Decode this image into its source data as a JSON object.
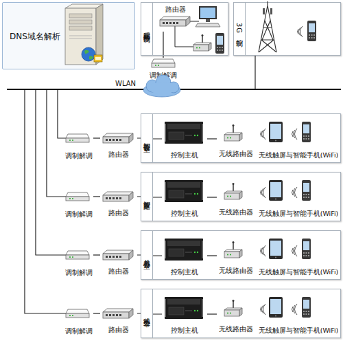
{
  "diagram": {
    "nodes": [
      {
        "text": [
          "DNS域名解析"
        ]
      },
      {
        "text": [
          "远程网络控制"
        ]
      },
      {
        "text": [
          "路由器"
        ],
        "in": 1
      },
      {
        "text": [
          "调制解调"
        ]
      },
      {
        "text": [
          "3G控制"
        ]
      },
      {
        "text": [
          "调制解调"
        ]
      },
      {
        "text": [
          "路由器"
        ]
      },
      {
        "text": [
          "智能会议室"
        ]
      },
      {
        "text": [
          "控制主机"
        ],
        "in": 7
      },
      {
        "text": [
          "无线路由器"
        ],
        "in": 7
      },
      {
        "text": [
          "无线触屏与智能手机(WiFi)"
        ],
        "in": 7
      },
      {
        "text": [
          "调制解调"
        ]
      },
      {
        "text": [
          "路由器"
        ]
      },
      {
        "text": [
          "智能家庭"
        ]
      },
      {
        "text": [
          "控制主机"
        ],
        "in": 13
      },
      {
        "text": [
          "无线路由器"
        ],
        "in": 13
      },
      {
        "text": [
          "无线触屏与智能手机(WiFi)"
        ],
        "in": 13
      },
      {
        "text": [
          "调制解调"
        ]
      },
      {
        "text": [
          "路由器"
        ]
      },
      {
        "text": [
          "总裁办公室"
        ]
      },
      {
        "text": [
          "控制主机"
        ],
        "in": 19
      },
      {
        "text": [
          "无线路由器"
        ],
        "in": 19
      },
      {
        "text": [
          "无线触屏与智能手机(WiFi)"
        ],
        "in": 19
      },
      {
        "text": [
          "调制解调"
        ]
      },
      {
        "text": [
          "路由器"
        ]
      },
      {
        "text": [
          "移动办公车"
        ]
      },
      {
        "text": [
          "控制主机"
        ],
        "in": 25
      },
      {
        "text": [
          "无线路由器"
        ],
        "in": 25
      },
      {
        "text": [
          "无线触屏与智能手机(WiFi)"
        ],
        "in": 25
      }
    ],
    "edges": [
      {
        "from": 3,
        "to": 2,
        "arrow": "none"
      },
      {
        "from": 5,
        "to": 6,
        "arrow": "none"
      },
      {
        "from": 6,
        "to": 8,
        "arrow": "none"
      },
      {
        "from": 8,
        "to": 9,
        "arrow": "none"
      },
      {
        "from": 11,
        "to": 12,
        "arrow": "none"
      },
      {
        "from": 12,
        "to": 14,
        "arrow": "none"
      },
      {
        "from": 14,
        "to": 15,
        "arrow": "none"
      },
      {
        "from": 17,
        "to": 18,
        "arrow": "none"
      },
      {
        "from": 18,
        "to": 20,
        "arrow": "none"
      },
      {
        "from": 20,
        "to": 21,
        "arrow": "none"
      },
      {
        "from": 23,
        "to": 24,
        "arrow": "none"
      },
      {
        "from": 24,
        "to": 26,
        "arrow": "none"
      },
      {
        "from": 26,
        "to": 27,
        "arrow": "none"
      }
    ],
    "labels": [
      "WLAN"
    ]
  }
}
